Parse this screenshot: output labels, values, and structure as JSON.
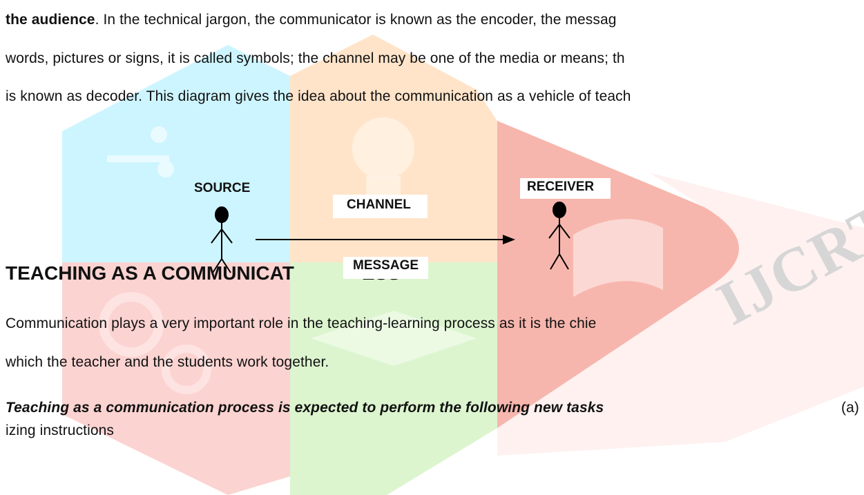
{
  "watermark": {
    "logo_text": "IJCRT",
    "colors": {
      "cyan": "#c8f3ff",
      "orange": "#ffe3c8",
      "red": "#f7b2ac",
      "pink": "#fbd0cf",
      "green": "#d6f3c8"
    }
  },
  "paragraph1": {
    "line1_bold": "the audience",
    "line1_rest": ". In the technical jargon, the communicator is known as the encoder, the messag",
    "line2": "words, pictures or signs, it is called symbols; the channel may be one of the media or means; th",
    "line3": "is known as decoder. This diagram gives the idea about the communication as a vehicle of teach"
  },
  "diagram": {
    "source_label": "SOURCE",
    "channel_label": "CHANNEL",
    "receiver_label": "RECEIVER",
    "message_label": "MESSAGE"
  },
  "heading": {
    "part1": "TEACHING AS A COMMUNICAT",
    "part2": "ESS"
  },
  "paragraph2": {
    "line1": "Communication plays a very important role in the teaching-learning process as it is the chie",
    "line2": "which the teacher and the students work together."
  },
  "tasks": {
    "italic_text": "Teaching as a communication process is expected to perform the following new tasks",
    "marker": "(a)",
    "continuation": "izing instructions"
  }
}
